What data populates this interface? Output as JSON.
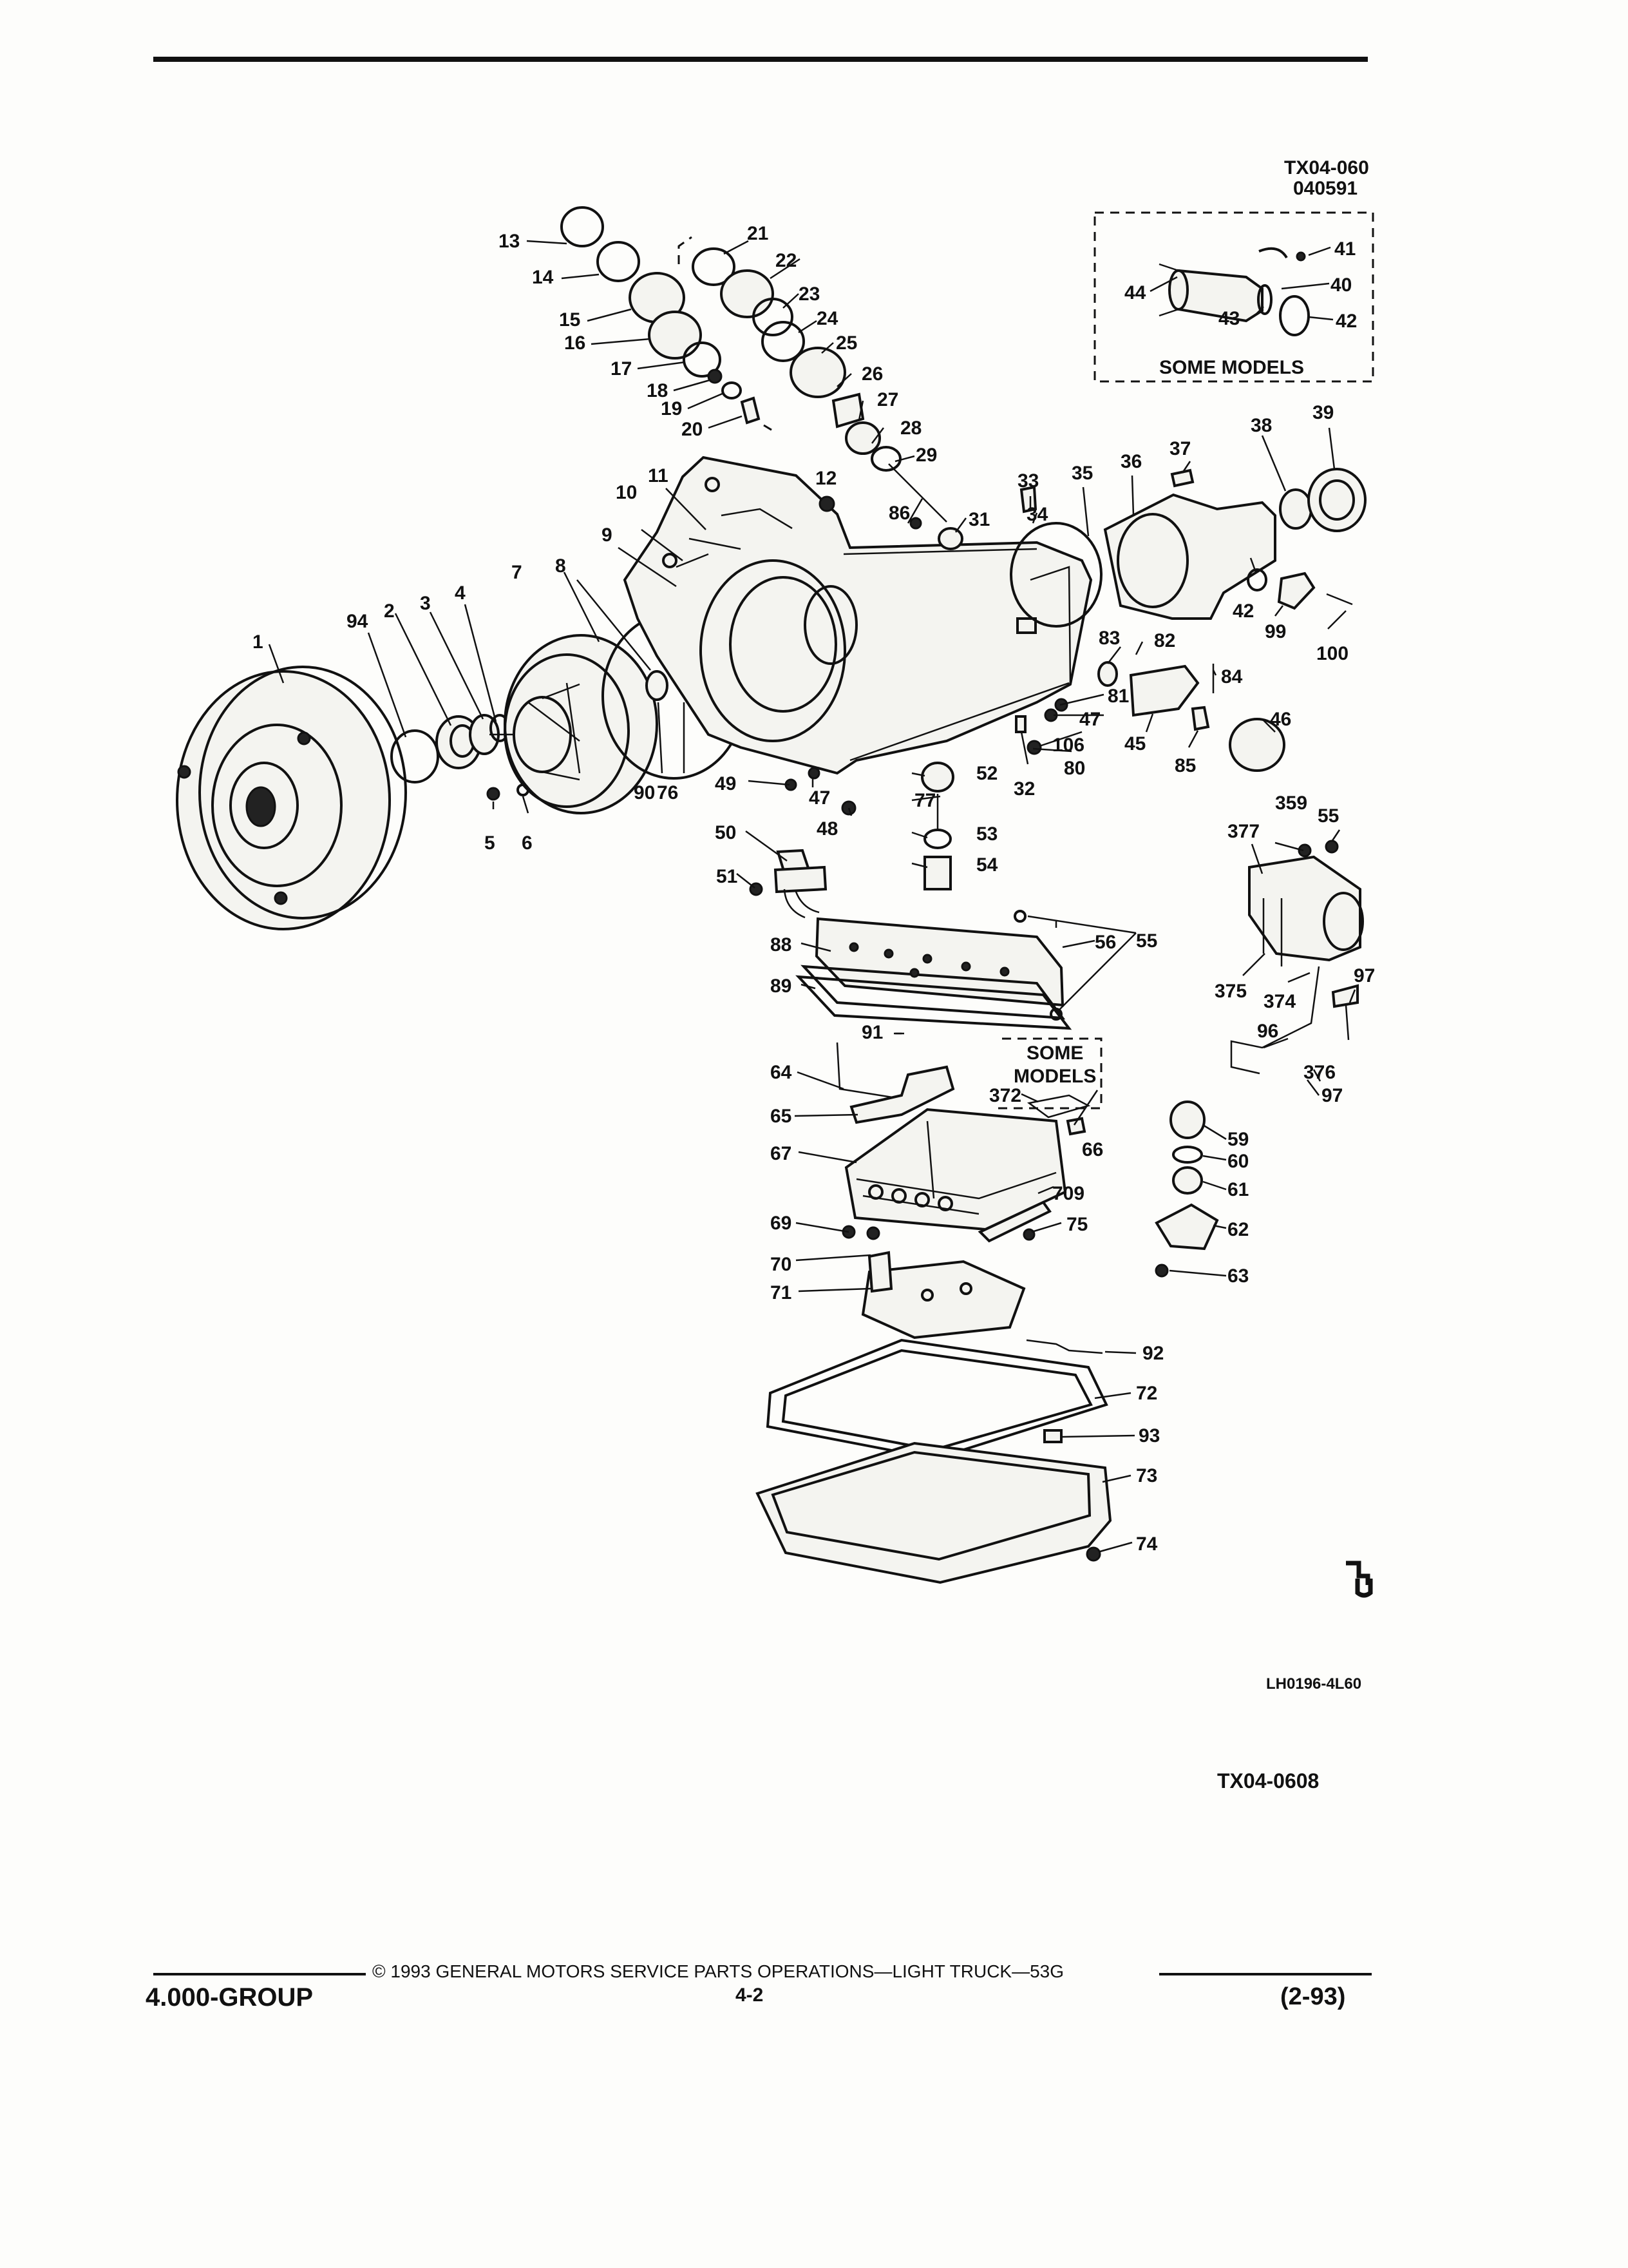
{
  "header": {
    "fig_code_line1": "TX04-060",
    "fig_code_line2": "040591"
  },
  "insets": {
    "some_models_top": "SOME MODELS",
    "some_models_mid_line1": "SOME",
    "some_models_mid_line2": "MODELS"
  },
  "callouts": [
    "1",
    "2",
    "3",
    "4",
    "5",
    "6",
    "7",
    "8",
    "9",
    "10",
    "11",
    "12",
    "13",
    "14",
    "15",
    "16",
    "17",
    "18",
    "19",
    "20",
    "21",
    "22",
    "23",
    "24",
    "25",
    "26",
    "27",
    "28",
    "29",
    "31",
    "32",
    "33",
    "34",
    "35",
    "36",
    "37",
    "38",
    "39",
    "40",
    "41",
    "42",
    "42",
    "43",
    "44",
    "45",
    "46",
    "47",
    "47",
    "48",
    "49",
    "50",
    "51",
    "52",
    "53",
    "54",
    "55",
    "55",
    "56",
    "59",
    "60",
    "61",
    "62",
    "63",
    "64",
    "65",
    "66",
    "67",
    "69",
    "70",
    "71",
    "72",
    "73",
    "74",
    "75",
    "76",
    "77",
    "80",
    "81",
    "82",
    "83",
    "84",
    "85",
    "86",
    "88",
    "89",
    "90",
    "91",
    "92",
    "93",
    "94",
    "96",
    "97",
    "97",
    "99",
    "100",
    "106",
    "359",
    "372",
    "374",
    "375",
    "376",
    "377",
    "709"
  ],
  "figure_ids": {
    "drawing_code": "LH0196-4L60",
    "figure_number": "TX04-0608"
  },
  "footer": {
    "copyright": "© 1993 GENERAL MOTORS SERVICE PARTS OPERATIONS—LIGHT TRUCK—53G",
    "group": "4.000-GROUP",
    "page": "4-2",
    "date": "(2-93)"
  }
}
